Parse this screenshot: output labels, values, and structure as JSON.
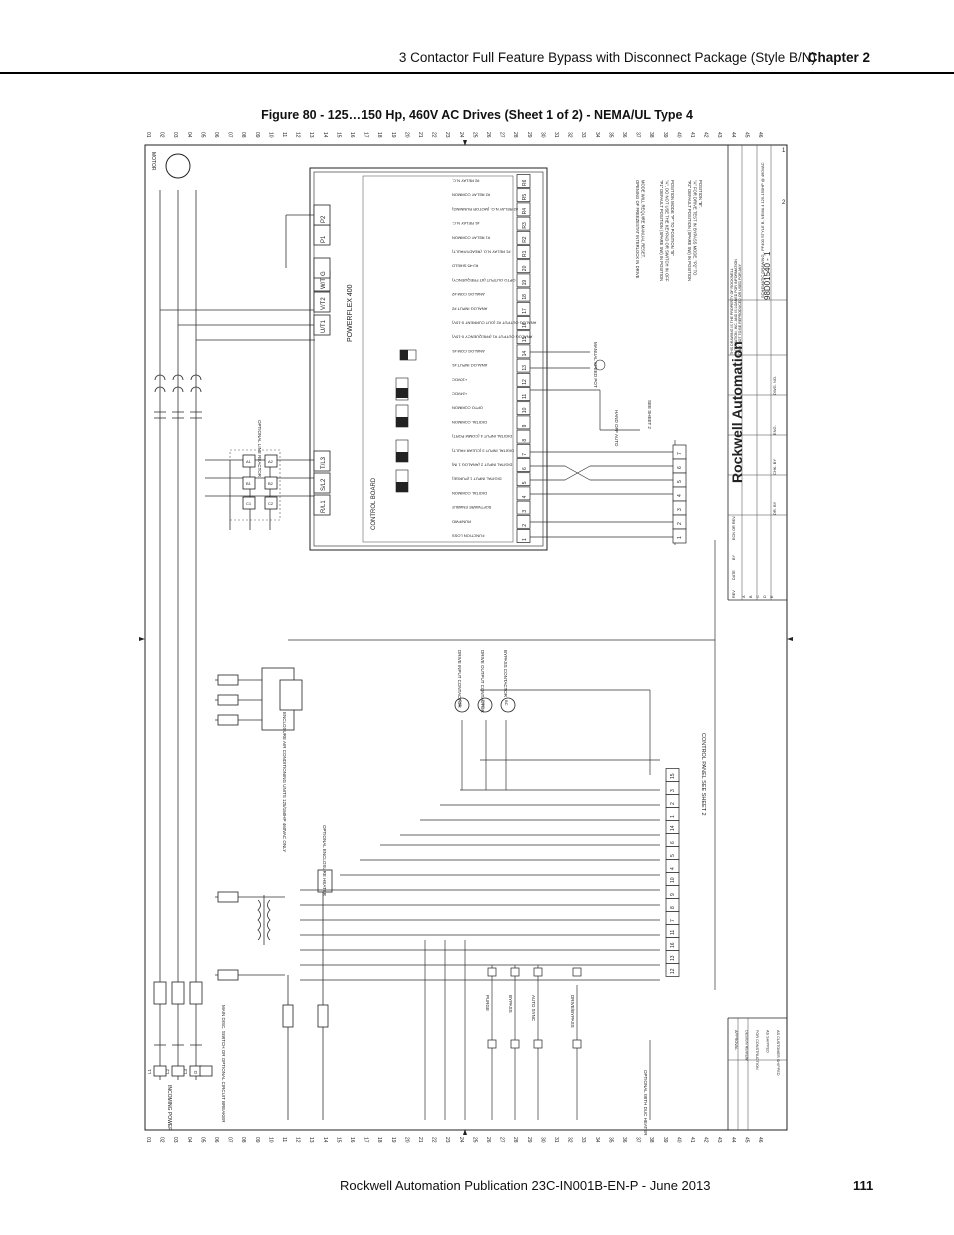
{
  "header": {
    "title": "3 Contactor Full Feature Bypass with Disconnect Package (Style B/N)",
    "chapter": "Chapter 2"
  },
  "figure_caption": "Figure 80 - 125…150 Hp, 460V AC Drives (Sheet 1 of 2) - NEMA/UL Type 4",
  "footer": {
    "publication": "Rockwell Automation Publication 23C-IN001B-EN-P - June 2013",
    "page_number": "111"
  },
  "diagram": {
    "motor_label": "MOTOR",
    "drive_name": "POWERFLEX 400",
    "control_board_label": "CONTROL BOARD",
    "power_terminals": [
      "R/L1",
      "S/L2",
      "T/L3",
      "U/T1",
      "V/T2",
      "W/T3",
      "G",
      "P1",
      "P2"
    ],
    "control_terminals": [
      "1",
      "2",
      "3",
      "4",
      "5",
      "6",
      "7",
      "8",
      "9",
      "10",
      "11",
      "12",
      "13",
      "14",
      "15",
      "16",
      "17",
      "18",
      "19",
      "20",
      "R1",
      "R2",
      "R3",
      "R4",
      "R5",
      "R6"
    ],
    "control_functions": [
      "FUNCTION LOSS",
      "RUN/FWD",
      "SOFTWARE ENABLE",
      "DIGITAL COMMON",
      "DIGITAL INPUT 1 (PURGE)",
      "DIGITAL INPUT 2 (ANALOG 1 IN)",
      "DIGITAL INPUT 3 (CLEAR FAULT)",
      "DIGITAL INPUT 4 (COMM PORT)",
      "DIGITAL COMMON",
      "OPTO COMMON",
      "+24VDC",
      "+10VDC",
      "ANALOG INPUT #1",
      "ANALOG COM #1",
      "ANALOG OUTPUT #1 (FREQUENCY 0-10V)",
      "ANALOG OUTPUT #2 (OUT CURRENT 0-10V)",
      "ANALOG INPUT #2",
      "ANALOG COM #2",
      "OPTO OUTPUT (AT FREQUENCY)",
      "RJ-45 SHIELD",
      "#1 RELAY N.O. (READY/FAULT)",
      "#1 RELAY COMMON",
      "#1 RELAY N.C.",
      "#2 RELAY N.O. (MOTOR RUNNING)",
      "#2 RELAY COMMON",
      "#2 RELAY N.C."
    ],
    "line_reactor_label": "OPTIONAL LINE REACTOR",
    "reactor_terminals": [
      "A1",
      "B1",
      "C1",
      "A2",
      "B2",
      "C2"
    ],
    "disconnect_label": "MAIN DISC. SWITCH OR OPTIONAL CIRCUIT BREAKER",
    "incoming_power_label": "INCOMING POWER",
    "incoming_terminals": [
      "L1",
      "L2",
      "L3",
      "G"
    ],
    "conditioner_label": "ENCLOSURE AIR CONDITIONING UNITS 125/150HP 460VAC ONLY",
    "heater_label": "OPTIONAL ENCLOSURE HEATER",
    "thermostat_label": "OPTIONAL WITH DUC HEATER",
    "contactors": [
      {
        "tag": "DIC",
        "label": "DRIVE INPUT CONTACTOR"
      },
      {
        "tag": "DOC",
        "label": "DRIVE OUTPUT CONTACTOR"
      },
      {
        "tag": "BC",
        "label": "BYPASS CONTACTOR"
      }
    ],
    "control_panel_label": "CONTROL PANEL SEE SHEET 2",
    "hand_off_auto_label": "HAND OFF AUTO",
    "see_sheet2_label": "SEE SHEET 2",
    "manual_speed_label": "MANUAL SPEED POT",
    "pushbuttons": [
      "PURGE",
      "BYPASS",
      "AUTO SYNC",
      "DRIVE/BYPASS"
    ],
    "notes": [
      "OPENING OF FREEZESTAT INTERLOCK IN DRIVE MODE WILL REQUIRE MANUAL RESET.",
      "\"P1\" DEFAULT POSITION (SPARE SW) IN POSITION \"A\", DO NOT USE THE KEYPAD OR SWITCH IN OFF POSITION MODE \"P\" TO POSITION \"B\"",
      "\"P2\" DEFAULT POSITION (SPARE SW) IN POSITION \"A\" FOR DRIVE TEST IN BYPASS MODE. \"P2\" TO POSITION \"B\"."
    ],
    "title_block": {
      "company": "Rockwell Automation",
      "drawing_number": "98D01540 - 1",
      "sheet": "1",
      "sheets_total": "2",
      "description": "SCHEMATIC DRAWING - PF400 STYLE B, NEMA 4 125-150HP @ 460VAC",
      "property_notice": "THIS DRAWING IS THE PROPERTY OF ROCKWELL AUTOMATION, INC. AND IS LOANED FOR INFORMATION ONLY. NOT TO BE REPRODUCED OR USED FOR ANY PURPOSE EXCEPT AS AUTHORIZED IN WRITING BY ROCKWELL AUTOMATION, INC.",
      "revision_headers": [
        "REV",
        "DATE",
        "BY",
        "ECN OR REV."
      ],
      "revisions": [
        "A",
        "B",
        "C",
        "D",
        "E"
      ],
      "approval_rows": [
        "APPROVAL",
        "DESIGN REVIEW",
        "FOR CONSTRUCTION",
        "AS SHIPPED",
        "AS CUSTOMER SHIPPED"
      ],
      "signature_headers": [
        "DR. BY",
        "CHK. BY",
        "ENG.",
        "DWG. NO."
      ]
    }
  }
}
